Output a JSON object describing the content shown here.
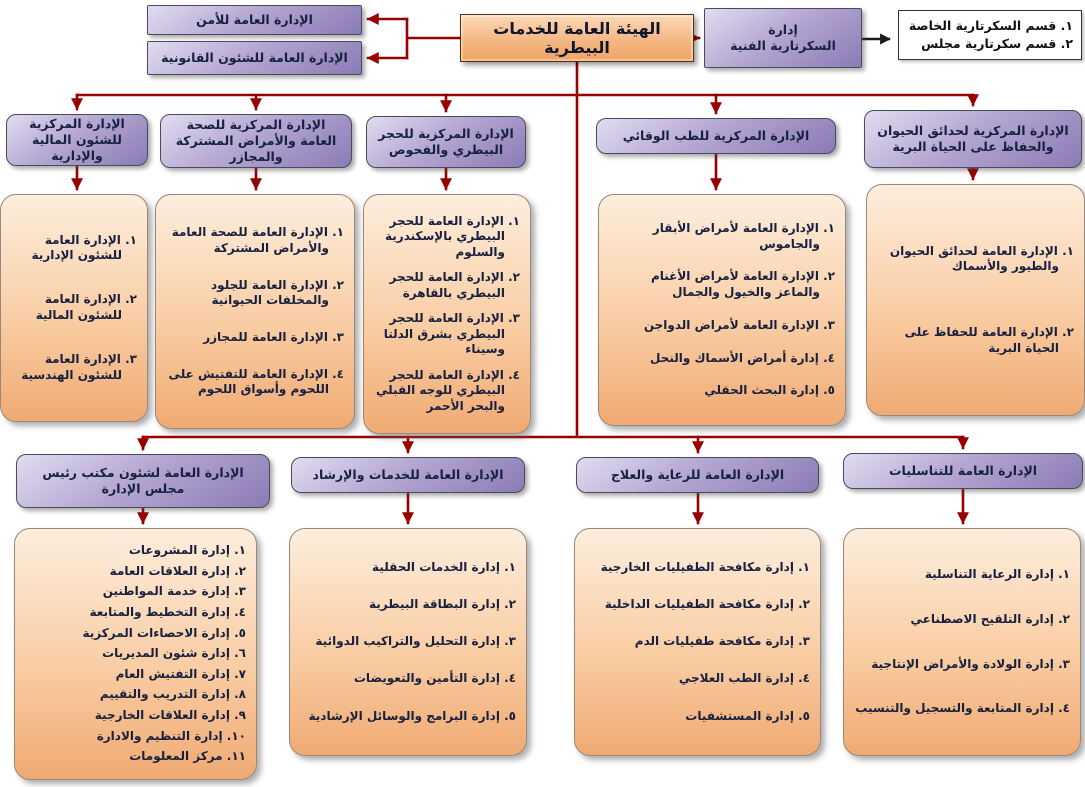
{
  "root": {
    "title": "الهيئة العامة للخدمات البيطرية"
  },
  "security": {
    "label": "الإدارة العامة للأمن"
  },
  "legal": {
    "label": "الإدارة العامة للشئون القانونية"
  },
  "secretariat": {
    "lines": [
      "إدارة",
      "السكرتارية الفنية"
    ],
    "sections": [
      "١. قسم السكرتارية الخاصة",
      "٢. قسم سكرتارية مجلس"
    ]
  },
  "central_departments": [
    {
      "header": "الإدارة المركزية للشئون المالية والإدارية",
      "items": [
        "١. الإدارة العامة للشئون الإدارية",
        "٢. الإدارة العامة للشئون المالية",
        "٣. الإدارة العامة للشئون الهندسية"
      ]
    },
    {
      "header": "الإدارة المركزية للصحة العامة والأمراض المشتركة والمجازر",
      "items": [
        "١. الإدارة العامة للصحة العامة والأمراض المشتركة",
        "٢. الإدارة العامة للجلود والمخلفات الحيوانية",
        "٣. الإدارة العامة للمجازر",
        "٤. الإدارة العامة للتفتيش على اللحوم وأسواق اللحوم"
      ]
    },
    {
      "header": "الإدارة المركزية للحجر البيطري والفحوص",
      "items": [
        "١. الإدارة العامة للحجر البيطري بالإسكندرية والسلوم",
        "٢. الإدارة العامة للحجر البيطري بالقاهرة",
        "٣. الإدارة العامة للحجر البيطري بشرق الدلتا وسيناء",
        "٤. الإدارة العامة للحجر البيطري للوجه القبلي والبحر الأحمر"
      ]
    },
    {
      "header": "الإدارة المركزية للطب الوقائي",
      "items": [
        "١. الإدارة العامة لأمراض الأبقار والجاموس",
        "٢. الإدارة العامة لأمراض الأغنام والماعز والخيول والجمال",
        "٣. الإدارة العامة لأمراض الدواجن",
        "٤. إدارة أمراض الأسماك والنحل",
        "٥. إدارة البحث الحقلي"
      ]
    },
    {
      "header": "الإدارة المركزية لحدائق الحيوان والحفاظ على الحياة البرية",
      "items": [
        "١. الإدارة العامة لحدائق الحيوان والطيور والأسماك",
        "٢. الإدارة العامة للحفاظ على الحياة البرية"
      ]
    }
  ],
  "general_departments": [
    {
      "header": "الإدارة العامة لشئون مكتب رئيس مجلس الإدارة",
      "items": [
        "١. إدارة المشروعات",
        "٢. إدارة العلاقات العامة",
        "٣. إدارة خدمة المواطنين",
        "٤. إدارة التخطيط والمتابعة",
        "٥. إدارة الاحصاءات المركزية",
        "٦. إدارة شئون المديريات",
        "٧. إدارة التفتيش العام",
        "٨. إدارة التدريب والتقييم",
        "٩. إدارة العلاقات الخارجية",
        "١٠. إدارة التنظيم والادارة",
        "١١. مركز المعلومات"
      ]
    },
    {
      "header": "الإدارة العامة للخدمات والإرشاد",
      "items": [
        "١. إدارة الخدمات الحقلية",
        "٢. إدارة البطاقة البيطرية",
        "٣. إدارة التحليل والتراكيب الدوائية",
        "٤. إدارة التأمين والتعويضات",
        "٥. إدارة البرامج والوسائل الإرشادية"
      ]
    },
    {
      "header": "الإدارة العامة للرعاية والعلاج",
      "items": [
        "١. إدارة مكافحة الطفيليات الخارجية",
        "٢. إدارة مكافحة الطفيليات الداخلية",
        "٣. إدارة مكافحة طفيليات الدم",
        "٤. إدارة الطب العلاجي",
        "٥. إدارة المستشفيات"
      ]
    },
    {
      "header": "الإدارة العامة للتناسليات",
      "items": [
        "١. إدارة الرعاية التناسلية",
        "٢. إدارة التلقيح الاصطناعي",
        "٣. إدارة الولادة والأمراض الإنتاجية",
        "٤. إدارة المتابعة والتسجيل والتنسيب"
      ]
    }
  ],
  "colors": {
    "connector": "#990000",
    "secondary_connector": "#1a1a1a",
    "header_fill": "#9b8cc4",
    "list_fill": "#f8cba2",
    "root_fill": "#f5bd8b"
  }
}
